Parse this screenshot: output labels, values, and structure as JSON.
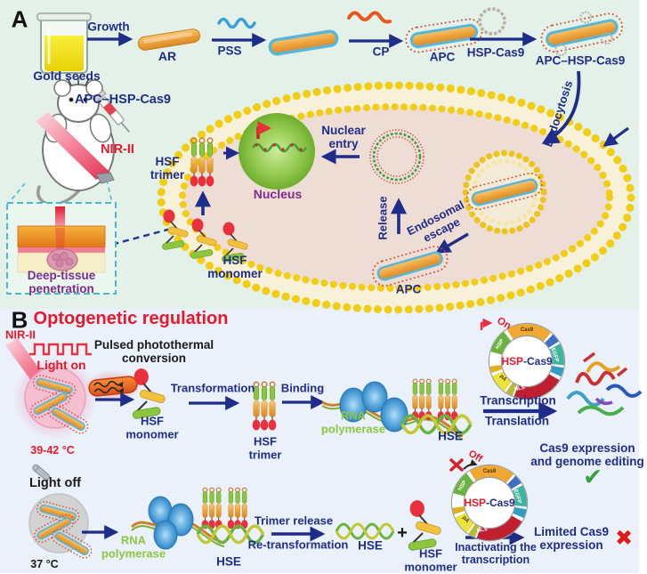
{
  "a": {
    "panel": "A",
    "gold_seeds": "Gold seeds",
    "growth": "Growth",
    "ar": "AR",
    "pss": "PSS",
    "cp": "CP",
    "apc": "APC",
    "hsp_cas9": "HSP-Cas9",
    "apc_hsp_cas9": "APC–HSP-Cas9",
    "endocytosis": "Endocytosis",
    "injection": "APC–HSP-Cas9",
    "nir": "NIR-II",
    "deep_tissue": "Deep-tissue penetration",
    "hsf_trimer": "HSF trimer",
    "nucleus": "Nucleus",
    "nuclear_entry": "Nuclear entry",
    "hsf_monomer": "HSF monomer",
    "release": "Release",
    "endosomal_escape": "Endosomal escape",
    "apc_cell": "APC"
  },
  "b": {
    "panel": "B",
    "title": "Optogenetic regulation",
    "nir": "NIR-II",
    "light_on": "Light on",
    "pulsed": "Pulsed photothermal conversion",
    "temp_on": "39-42 °C",
    "hsf_monomer": "HSF monomer",
    "transformation": "Transformation",
    "hsf_trimer": "HSF trimer",
    "binding": "Binding",
    "rna_polymerase": "RNA polymerase",
    "hse": "HSE",
    "transcription": "Transcription",
    "translation": "Translation",
    "on": "On",
    "cas9_result": "Cas9 expression and genome editing",
    "check": "✔",
    "light_off": "Light off",
    "temp_off": "37 °C",
    "rna_polymerase2": "RNA polymerase",
    "hse2": "HSE",
    "trimer_release": "Trimer release",
    "re_transformation": "Re-transformation",
    "hse3": "HSE",
    "plus": "+",
    "hsf_monomer2": "HSF monomer",
    "off": "Off",
    "inactivating": "Inactivating the transcription",
    "limited": "Limited Cas9 expression",
    "cross": "✖"
  },
  "plasmid": {
    "hsp": "HSP",
    "cas9": "-Cas9",
    "segments": {
      "cas9": "Cas9",
      "egfp": "EGFP",
      "hsp": "HSP",
      "pa": "pA",
      "nls": "NLS"
    }
  },
  "colors": {
    "navy": "#1f2d8a",
    "red": "#e8192c",
    "purple": "#7d2b8b",
    "green_text": "#8cc63f",
    "panel_a_bg": "#e4f1e8",
    "panel_b_bg": "#eaf1fa",
    "membrane": "#f2cd16",
    "rod": "#e8a43c"
  }
}
